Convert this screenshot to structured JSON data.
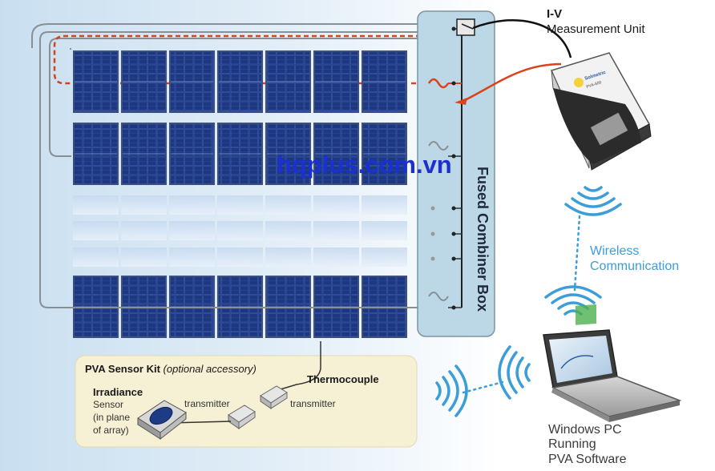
{
  "iv_unit": {
    "title": "I-V",
    "subtitle": "Measurement Unit",
    "device_brand": "Solmetric",
    "device_model": "PVA-600"
  },
  "combiner_box": {
    "label": "Fused Combiner Box"
  },
  "watermark": {
    "text": "hqplus.com.vn"
  },
  "wireless": {
    "line1": "Wireless",
    "line2": "Communication"
  },
  "pc": {
    "line1": "Windows PC",
    "line2": "Running",
    "line3": "PVA Software"
  },
  "sensor_kit": {
    "title": "PVA Sensor Kit",
    "subtitle": "(optional accessory)",
    "thermocouple_label": "Thermocouple",
    "transmitter_label_1": "transmitter",
    "transmitter_label_2": "transmitter",
    "irradiance_title": "Irradiance",
    "irradiance_line1": "Sensor",
    "irradiance_line2": "(in plane",
    "irradiance_line3": "of array)"
  },
  "colors": {
    "panel_cell": "#1d3a86",
    "panel_frame": "#3d4f7f",
    "combiner_fill": "#bcd7e6",
    "red_lead": "#d9431c",
    "accent_blue": "#3b9ed9",
    "kit_fill": "#f6f0d4",
    "watermark": "#1a2fd6"
  }
}
